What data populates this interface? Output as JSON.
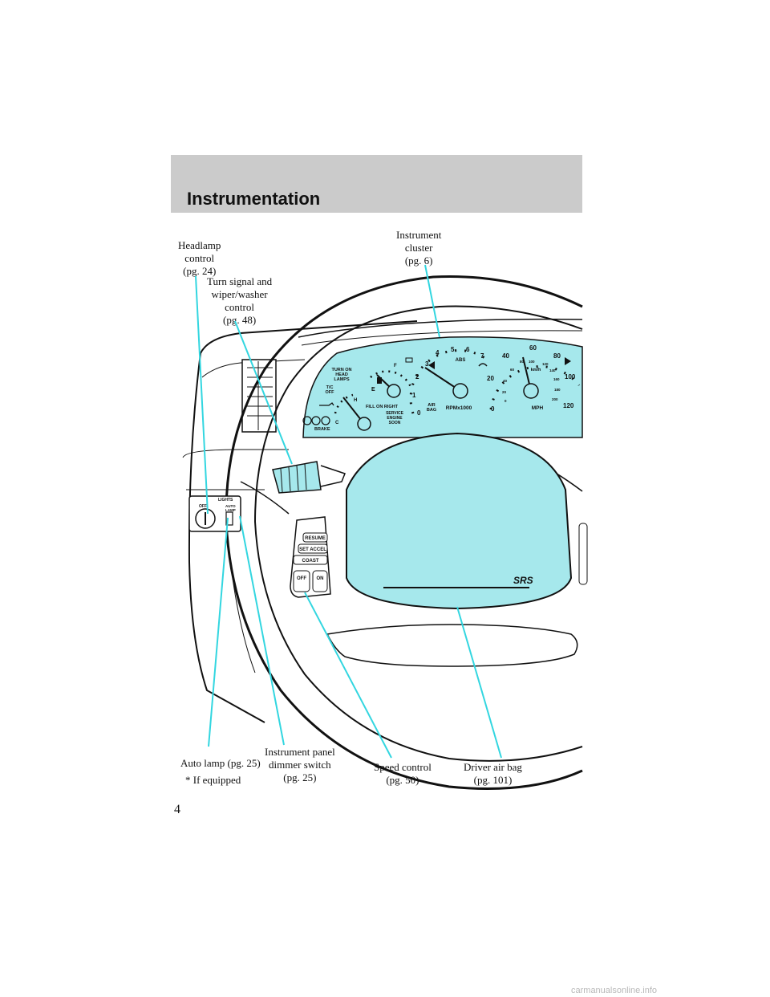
{
  "header": {
    "title": "Instrumentation"
  },
  "callouts": {
    "headlamp": [
      "Headlamp",
      "control",
      "(pg. 24)"
    ],
    "turn_signal": [
      "Turn signal and",
      "wiper/washer",
      "control",
      "(pg. 48)"
    ],
    "instrument_cluster": [
      "Instrument",
      "cluster",
      "(pg. 6)"
    ],
    "auto_lamp": [
      "Auto lamp (pg. 25)"
    ],
    "if_equipped": [
      "* If equipped"
    ],
    "dimmer": [
      "Instrument panel",
      "dimmer switch",
      "(pg. 25)"
    ],
    "speed_control": [
      "Speed control",
      "(pg. 50)"
    ],
    "air_bag": [
      "Driver air bag",
      "(pg. 101)"
    ]
  },
  "cluster_labels": {
    "turn_on_head_lamps": [
      "TURN ON",
      "HEAD",
      "LAMPS"
    ],
    "tc_off": [
      "T/C",
      "OFF"
    ],
    "fill_on_right": "FILL ON RIGHT",
    "service_engine_soon": [
      "SERVICE",
      "ENGINE",
      "SOON"
    ],
    "air_bag": [
      "AIR",
      "BAG"
    ],
    "brake": "BRAKE",
    "abs": "ABS",
    "rpm": "RPMx1000",
    "mph": "MPH",
    "kmh": "km/h",
    "fuel_e": "E",
    "fuel_f": "F",
    "temp_c": "C",
    "temp_h": "H",
    "rpm_ticks": [
      "0",
      "1",
      "2",
      "3",
      "4",
      "5",
      "6",
      "7"
    ],
    "mph_ticks": [
      "0",
      "20",
      "40",
      "60",
      "80",
      "100",
      "120"
    ],
    "kmh_ticks": [
      "0",
      "20",
      "40",
      "60",
      "80",
      "100",
      "120",
      "140",
      "160",
      "180",
      "200"
    ]
  },
  "headlamp_switch": {
    "lights": "LIGHTS",
    "off": "OFF",
    "auto": "AUTO",
    "lamp": "LAMP"
  },
  "speed_control_buttons": {
    "resume": "RESUME",
    "set_accel": "SET ACCEL",
    "coast": "COAST",
    "off": "OFF",
    "on": "ON"
  },
  "air_bag_mark": "SRS",
  "page_number": "4",
  "watermark": "carmanualsonline.info",
  "colors": {
    "cyan": "#a6e8ec",
    "line": "#33d6e0",
    "band": "#cbcbcb"
  }
}
